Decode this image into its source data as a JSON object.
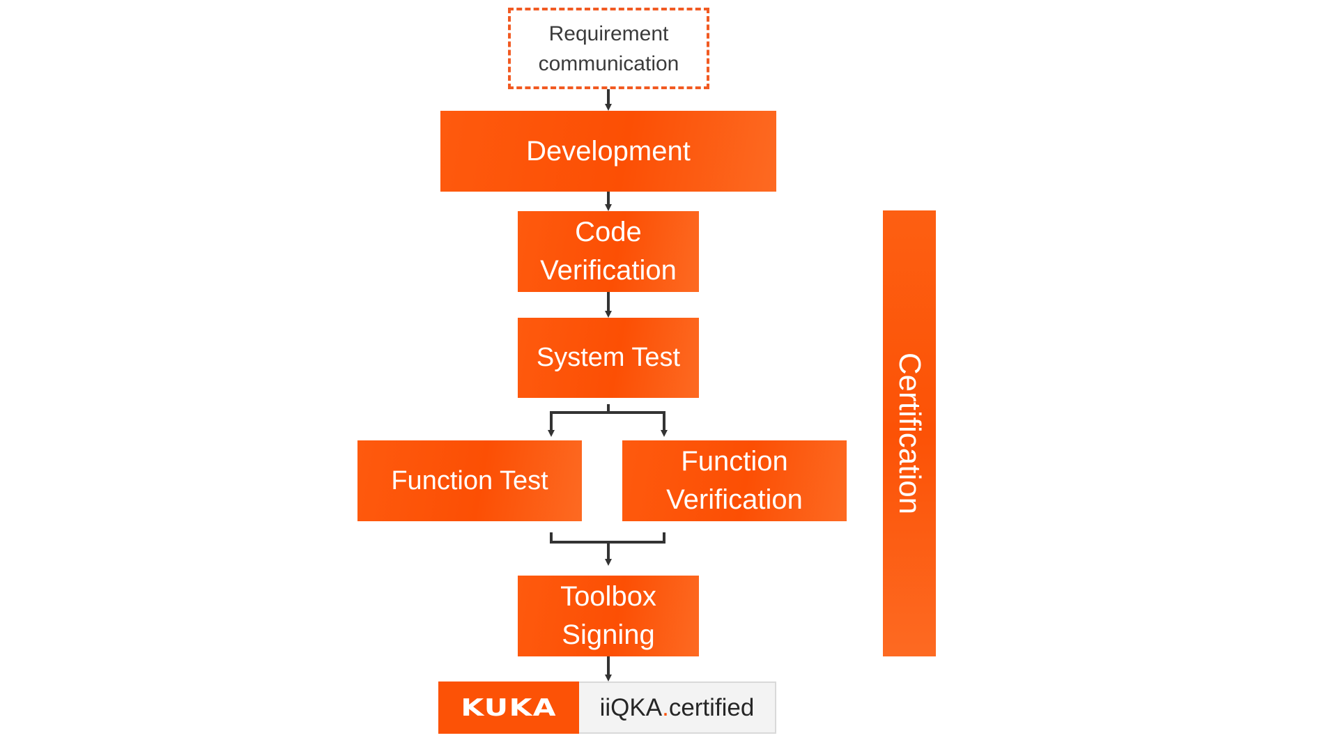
{
  "diagram": {
    "requirement": "Requirement\ncommunication",
    "development": "Development",
    "code_verification": "Code\nVerification",
    "system_test": "System Test",
    "function_test": "Function Test",
    "function_verification": "Function\nVerification",
    "toolbox_signing": "Toolbox\nSigning",
    "certification": "Certification"
  },
  "logo": {
    "brand": "KUKA",
    "product_prefix": "iiQKA",
    "product_dot": ".",
    "product_suffix": "certified"
  },
  "colors": {
    "accent_orange": "#fc5206",
    "text_dark": "#3b3b3b",
    "arrow": "#333333",
    "logo_bg": "#f3f3f3"
  }
}
